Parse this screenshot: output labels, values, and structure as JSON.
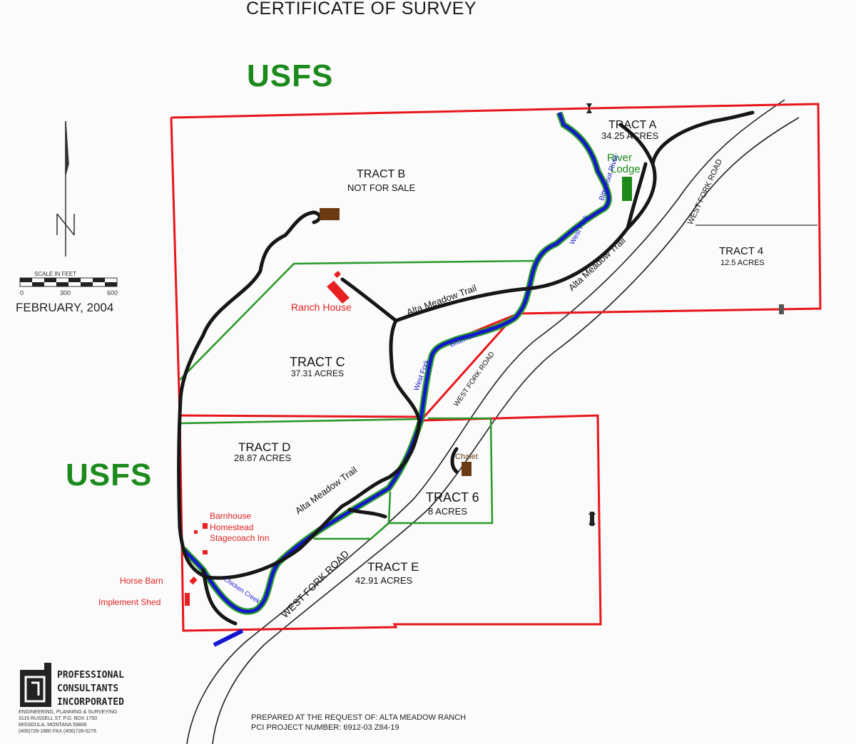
{
  "header": {
    "title": "CERTIFICATE OF SURVEY"
  },
  "usfs_labels": [
    "USFS",
    "USFS"
  ],
  "legend": {
    "north_letter": "N",
    "scale_caption": "SCALE IN FEET",
    "scale_ticks": [
      "0",
      "300",
      "600"
    ],
    "date": "FEBRUARY, 2004"
  },
  "tracts": {
    "a": {
      "name": "TRACT A",
      "area": "34.25 ACRES"
    },
    "b": {
      "name": "TRACT B",
      "area": "NOT FOR SALE"
    },
    "c": {
      "name": "TRACT C",
      "area": "37.31 ACRES"
    },
    "d": {
      "name": "TRACT D",
      "area": "28.87 ACRES"
    },
    "e": {
      "name": "TRACT E",
      "area": "42.91 ACRES"
    },
    "t4": {
      "name": "TRACT 4",
      "area": "12.5 ACRES"
    },
    "t6": {
      "name": "TRACT 6",
      "area": "8 ACRES"
    }
  },
  "buildings": {
    "river_lodge_1": "River",
    "river_lodge_2": "Lodge",
    "ranch_house": "Ranch House",
    "chalet": "Chalet",
    "barnhouse": "Barnhouse",
    "homestead": "Homestead",
    "stagecoach_inn": "Stagecoach Inn",
    "horse_barn": "Horse  Barn",
    "implement_shed": "Implement Shed"
  },
  "features": {
    "trail_upper_left": "Alta Meadow Trail",
    "trail_upper_right": "Alta Meadow Trail",
    "trail_lower": "Alta Meadow Trail",
    "river_upper_a": "West Fork",
    "river_upper_b": "Bitterroot River",
    "river_mid_a": "West Fork",
    "river_mid_b": "Bitterroot River",
    "creek": "Chicken Creek",
    "road_upper": "WEST FORK ROAD",
    "road_mid": "WEST FORK ROAD",
    "road_lower": "WEST FORK ROAD"
  },
  "company": {
    "line1": "PROFESSIONAL",
    "line2": "CONSULTANTS",
    "line3": "INCORPORATED",
    "tagline": "ENGINEERING, PLANNING & SURVEYING",
    "address1": "3115 RUSSELL ST.    P.O. BOX 1750",
    "address2": "MISSOULA, MONTANA  59806",
    "phone": "(406)728-1880   FAX (406)728-0276"
  },
  "prepared": {
    "line1": "PREPARED AT THE REQUEST OF: ALTA MEADOW  RANCH",
    "line2": "PCI PROJECT NUMBER: 6912-03   Z84-19"
  },
  "colors": {
    "boundary": "#e8151b",
    "tract_line": "#2a9a2a",
    "river_blue": "#1414d2",
    "road": "#111111",
    "building_red": "#e82020",
    "building_brown": "#6b3a12",
    "usfs_green": "#1c8a1c",
    "label_red": "#e32222"
  }
}
